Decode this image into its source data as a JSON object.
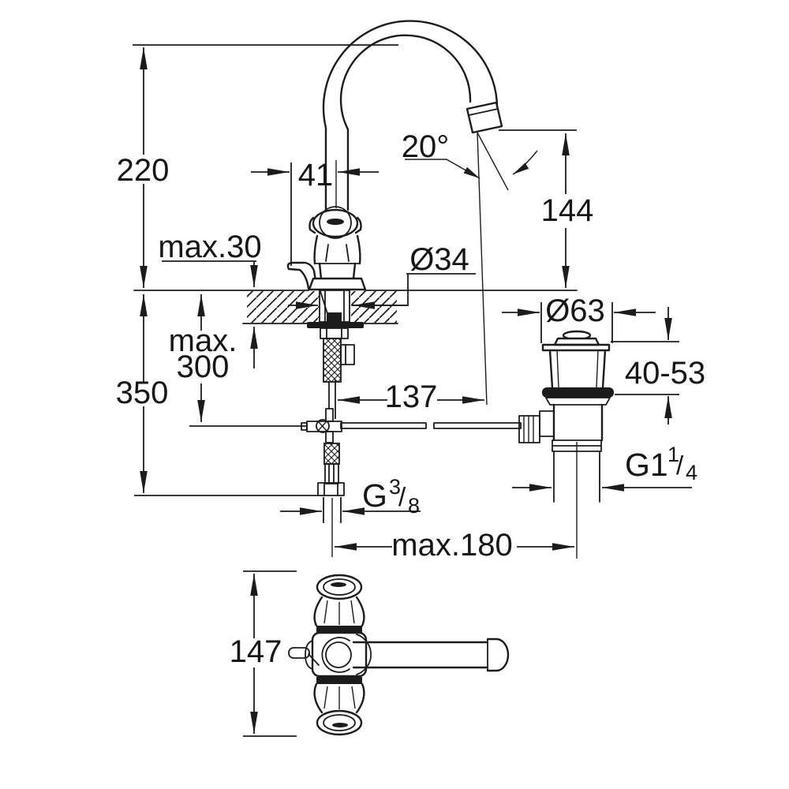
{
  "page": {
    "background": "#ffffff",
    "line_color": "#1c1c1c"
  },
  "drawing": {
    "type": "technical-dimension-drawing",
    "subject": "two-handle basin tap with high swivel spout and pop-up waste",
    "units": "mm",
    "labels": {
      "height_above_deck": "220",
      "deck_thickness": "max.30",
      "hose_length_line1": "max.",
      "hose_length_line2": "300",
      "height_below_deck": "350",
      "lever_to_center": "41",
      "spout_angle": "20°",
      "outlet_height": "144",
      "shank_diameter": "Ø34",
      "waste_flange_diameter": "Ø63",
      "waste_clamping_range": "40-53",
      "spout_reach": "137",
      "waste_thread_base": "G1",
      "waste_thread_sup": "1",
      "waste_thread_slash": "/",
      "waste_thread_sub": "4",
      "supply_thread_base": "G",
      "supply_thread_sup": "3",
      "supply_thread_slash": "/",
      "supply_thread_sub": "8",
      "center_to_waste": "max.180",
      "plan_view_height": "147"
    }
  }
}
